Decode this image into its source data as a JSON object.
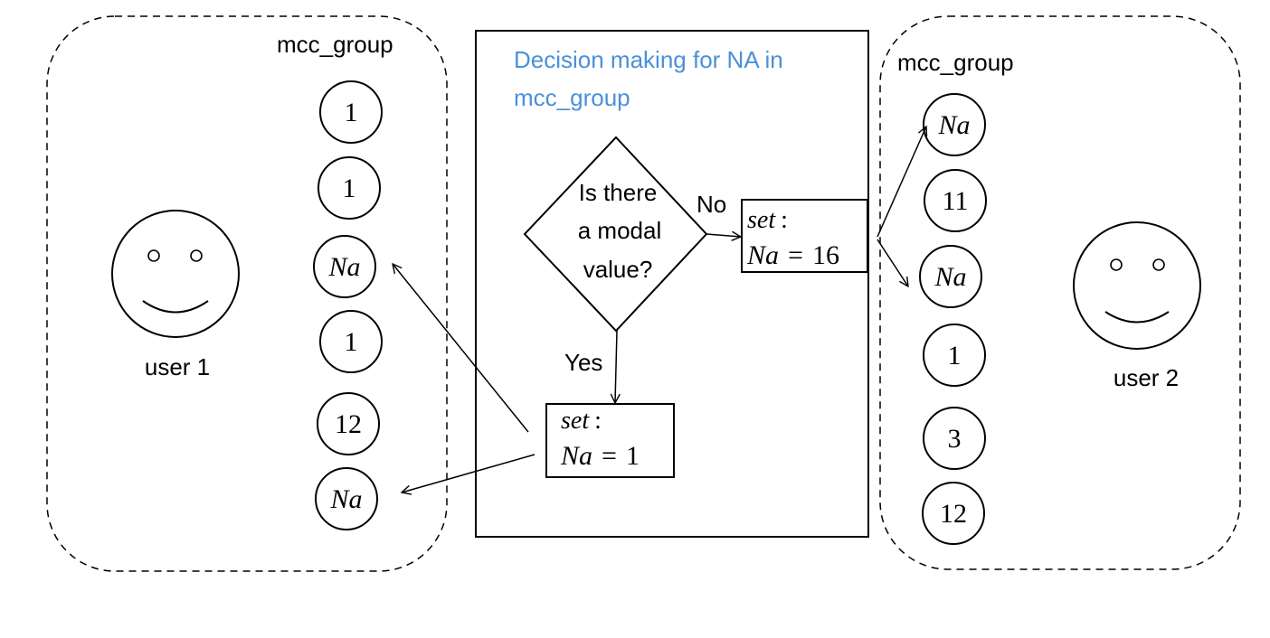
{
  "left_group": {
    "label": "mcc_group",
    "user_label": "user 1",
    "values": [
      {
        "text": "1",
        "italic": false
      },
      {
        "text": "1",
        "italic": false
      },
      {
        "text": "Na",
        "italic": true
      },
      {
        "text": "1",
        "italic": false
      },
      {
        "text": "12",
        "italic": false
      },
      {
        "text": "Na",
        "italic": true
      }
    ]
  },
  "right_group": {
    "label": "mcc_group",
    "user_label": "user 2",
    "values": [
      {
        "text": "Na",
        "italic": true
      },
      {
        "text": "11",
        "italic": false
      },
      {
        "text": "Na",
        "italic": true
      },
      {
        "text": "1",
        "italic": false
      },
      {
        "text": "3",
        "italic": false
      },
      {
        "text": "12",
        "italic": false
      }
    ]
  },
  "decision_box": {
    "title_line1": "Decision making for NA in",
    "title_line2": "mcc_group",
    "title_color": "#4a90d9",
    "question": [
      "Is there",
      "a modal",
      "value?"
    ],
    "no_label": "No",
    "yes_label": "Yes",
    "no_result": {
      "set": "set",
      "colon": ":",
      "lhs": "Na",
      "eq": "=",
      "rhs": "16"
    },
    "yes_result": {
      "set": "set",
      "colon": ":",
      "lhs": "Na",
      "eq": "=",
      "rhs": "1"
    }
  }
}
